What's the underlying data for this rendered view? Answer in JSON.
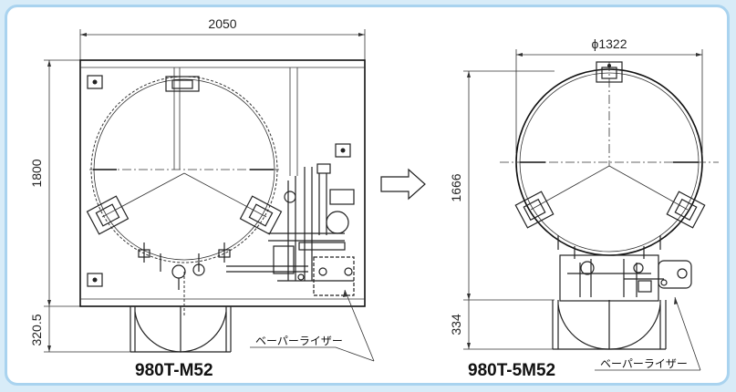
{
  "left_drawing": {
    "width_dim": "2050",
    "height_dim": "1800",
    "base_dim": "320.5",
    "vaporizer_label": "ベーパーライザー",
    "model": "980T-M52"
  },
  "right_drawing": {
    "diameter_dim": "ϕ1322",
    "height_dim": "1666",
    "base_dim": "334",
    "vaporizer_label": "ベーパーライザー",
    "model": "980T-5M52"
  },
  "colors": {
    "page_background": "#d8ecf8",
    "frame_border": "#a9d3ef"
  },
  "icons": {
    "transition_arrow": "outline-right-arrow"
  }
}
